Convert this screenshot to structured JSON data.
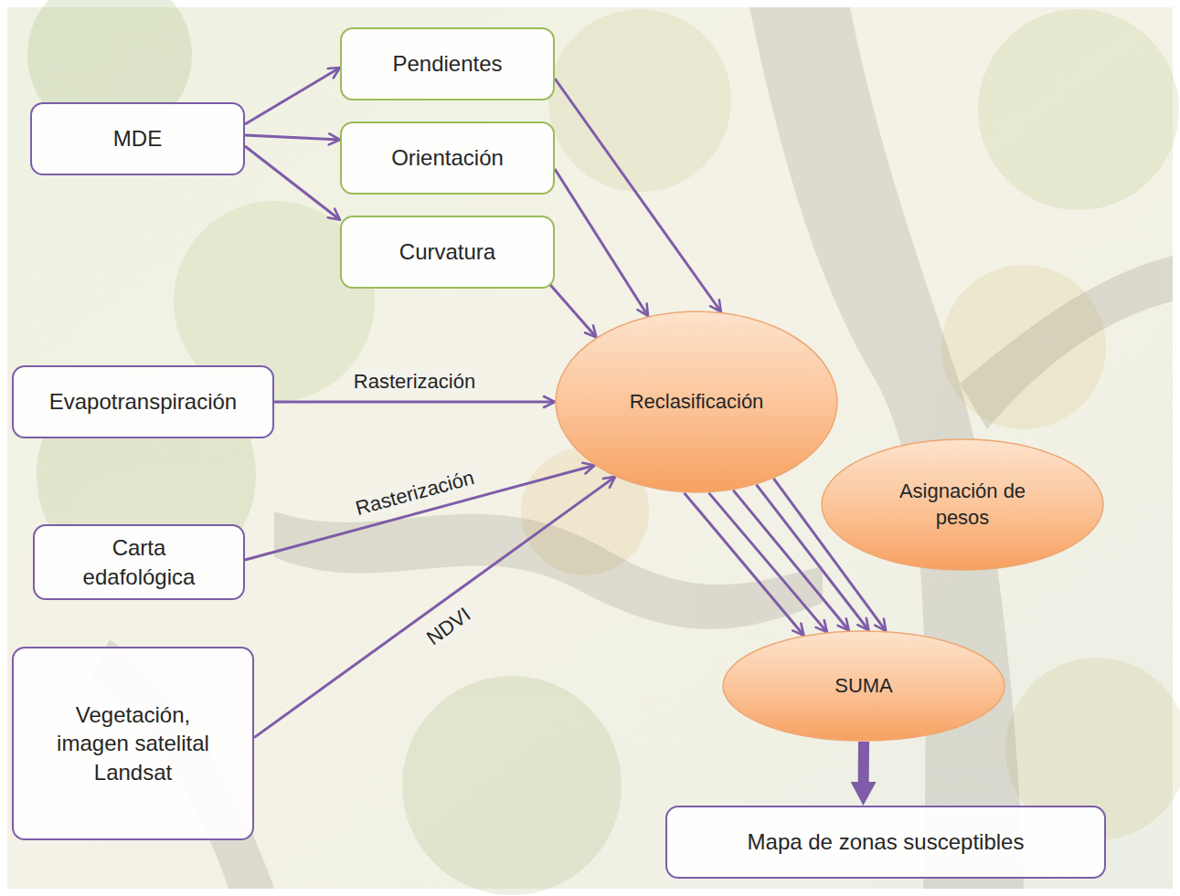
{
  "diagram": {
    "nodes": [
      {
        "text": [
          "MDE"
        ]
      },
      {
        "text": [
          "Pendientes"
        ]
      },
      {
        "text": [
          "Orientación"
        ]
      },
      {
        "text": [
          "Curvatura"
        ]
      },
      {
        "text": [
          "Evapotranspiración"
        ]
      },
      {
        "text": [
          "Reclasificación"
        ]
      },
      {
        "text": [
          "Asignación de pesos"
        ]
      },
      {
        "text": [
          "Carta edafológica"
        ]
      },
      {
        "text": [
          "Vegetación, imagen satelital Landsat"
        ]
      },
      {
        "text": [
          "SUMA"
        ]
      },
      {
        "text": [
          "Mapa de zonas susceptibles"
        ]
      }
    ],
    "edges": [
      {
        "from": 0,
        "to": 1,
        "arrow": "to"
      },
      {
        "from": 0,
        "to": 2,
        "arrow": "to"
      },
      {
        "from": 0,
        "to": 3,
        "arrow": "to"
      },
      {
        "from": 1,
        "to": 5,
        "arrow": "to"
      },
      {
        "from": 2,
        "to": 5,
        "arrow": "to"
      },
      {
        "from": 3,
        "to": 5,
        "arrow": "to"
      },
      {
        "from": 4,
        "to": 5,
        "label": "Rasterización",
        "arrow": "to"
      },
      {
        "from": 7,
        "to": 5,
        "label": "Rasterización",
        "arrow": "to"
      },
      {
        "from": 8,
        "to": 5,
        "label": "NDVI",
        "arrow": "to"
      },
      {
        "from": 5,
        "to": 9,
        "arrow": "to"
      },
      {
        "from": 5,
        "to": 9,
        "arrow": "to"
      },
      {
        "from": 5,
        "to": 9,
        "arrow": "to"
      },
      {
        "from": 5,
        "to": 9,
        "arrow": "to"
      },
      {
        "from": 5,
        "to": 9,
        "arrow": "to"
      },
      {
        "from": 9,
        "to": 10,
        "arrow": "to"
      }
    ]
  }
}
